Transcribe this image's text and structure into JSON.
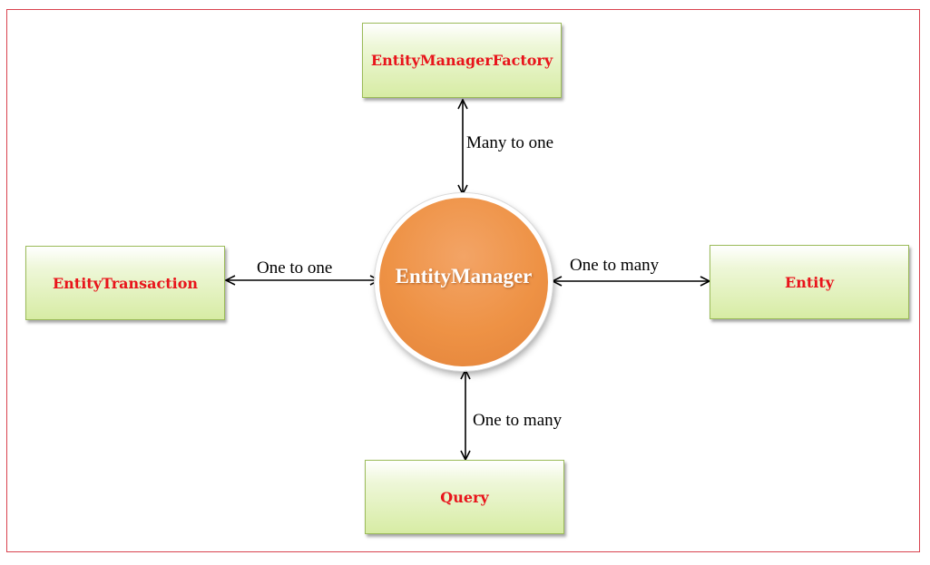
{
  "center": {
    "label": "EntityManager"
  },
  "nodes": {
    "factory": "EntityManagerFactory",
    "transaction": "EntityTransaction",
    "entity": "Entity",
    "query": "Query"
  },
  "relations": {
    "factory": "Many to one",
    "transaction": "One to one",
    "entity": "One to many",
    "query": "One to many"
  },
  "colors": {
    "frame_border": "#d9434f",
    "node_text": "#e8141b",
    "node_border": "#9bbb59",
    "node_fill": "#d7eca4",
    "center_fill": "#ee9245",
    "center_text": "#ffffff"
  }
}
